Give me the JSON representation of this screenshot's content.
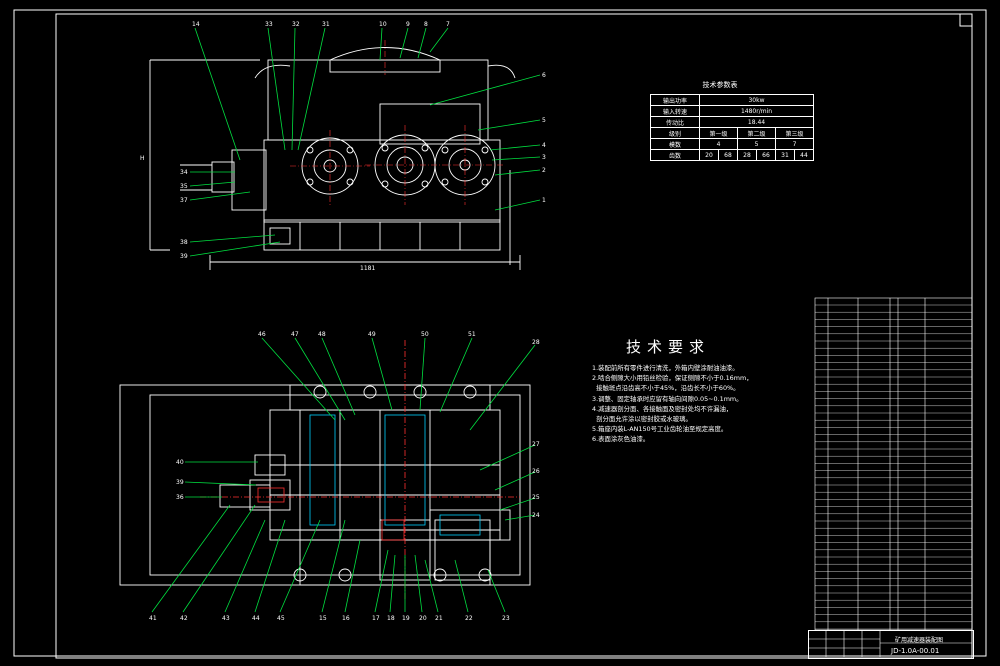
{
  "sheet": {
    "background": "#000000",
    "line_color": "#ffffff",
    "leader_color": "#00e040",
    "accent_color": "#ff3030",
    "dim_color": "#ffffff"
  },
  "top_view": {
    "balloons": [
      "14",
      "33",
      "32",
      "31",
      "10",
      "9",
      "8",
      "7",
      "6",
      "5",
      "4",
      "3",
      "2",
      "1",
      "34",
      "35",
      "37",
      "38",
      "39"
    ],
    "dim_height": "H",
    "dim_width": "1181"
  },
  "tech_table": {
    "title": "技术参数表",
    "rows": [
      {
        "label": "输出功率",
        "value": "30kw"
      },
      {
        "label": "输入转速",
        "value": "1480r/min"
      },
      {
        "label": "传动比",
        "value": "18.44"
      }
    ],
    "stage_header": [
      "级别",
      "第一级",
      "第二级",
      "第三级"
    ],
    "modulus_label": "模数",
    "modulus": [
      "4",
      "5",
      "7"
    ],
    "teeth_label": "齿数",
    "teeth": [
      "20",
      "68",
      "28",
      "66",
      "31",
      "44"
    ]
  },
  "requirements": {
    "title": "技术要求",
    "items": [
      "1.装配前所有零件进行清洗，外箱内壁涂耐油油漆。",
      "2.啮合侧隙大小用铅丝检验，保证侧隙不小于0.16mm，\n  接触斑点沿齿高不小于45%，沿齿长不小于60%。",
      "3.调整、固定轴承时应留有轴向间隙0.05~0.1mm。",
      "4.减速器剖分面、各接触面及密封处均不许漏油，\n  剖分面允许涂以密封胶或水玻璃。",
      "5.箱座内装L-AN150号工业齿轮油至规定高度。",
      "6.表面涂灰色油漆。"
    ]
  },
  "bottom_view": {
    "balloons": [
      "46",
      "47",
      "48",
      "49",
      "50",
      "51",
      "28",
      "27",
      "26",
      "25",
      "24",
      "23",
      "22",
      "21",
      "20",
      "19",
      "18",
      "17",
      "16",
      "15",
      "45",
      "44",
      "43",
      "42",
      "41",
      "40",
      "39",
      "36"
    ]
  },
  "title_block": {
    "drawing_name": "矿用减速器装配图",
    "drawing_code": "JD-1.0A-00.01"
  }
}
